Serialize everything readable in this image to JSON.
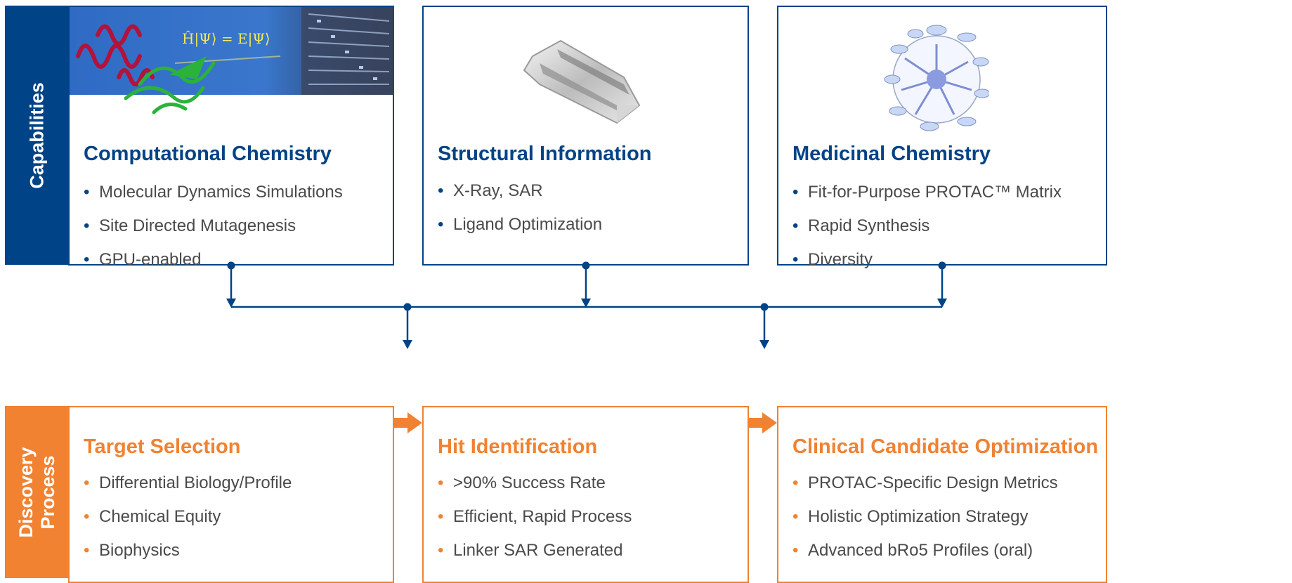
{
  "capabilities": {
    "label": "Capabilities",
    "cards": [
      {
        "title": "Computational Chemistry",
        "items": [
          "Molecular Dynamics Simulations",
          "Site Directed Mutagenesis",
          "GPU-enabled"
        ]
      },
      {
        "title": "Structural Information",
        "items": [
          "X-Ray, SAR",
          "Ligand Optimization"
        ]
      },
      {
        "title": "Medicinal Chemistry",
        "items": [
          "Fit-for-Purpose PROTAC™ Matrix",
          "Rapid Synthesis",
          "Diversity"
        ]
      }
    ]
  },
  "discovery": {
    "label_line1": "Discovery",
    "label_line2": "Process",
    "cards": [
      {
        "title": "Target Selection",
        "items": [
          "Differential Biology/Profile",
          "Chemical Equity",
          "Biophysics"
        ]
      },
      {
        "title": "Hit Identification",
        "items": [
          ">90% Success Rate",
          "Efficient, Rapid Process",
          "Linker SAR Generated"
        ]
      },
      {
        "title": "Clinical Candidate Optimization",
        "items": [
          "PROTAC-Specific Design Metrics",
          "Holistic Optimization Strategy",
          "Advanced bRo5 Profiles (oral)"
        ]
      }
    ]
  },
  "image_texts": {
    "equation": "Ĥ|Ψ⟩ = E|Ψ⟩"
  },
  "colors": {
    "blue": "#004386",
    "orange": "#f08232",
    "text": "#4a4a4a"
  }
}
